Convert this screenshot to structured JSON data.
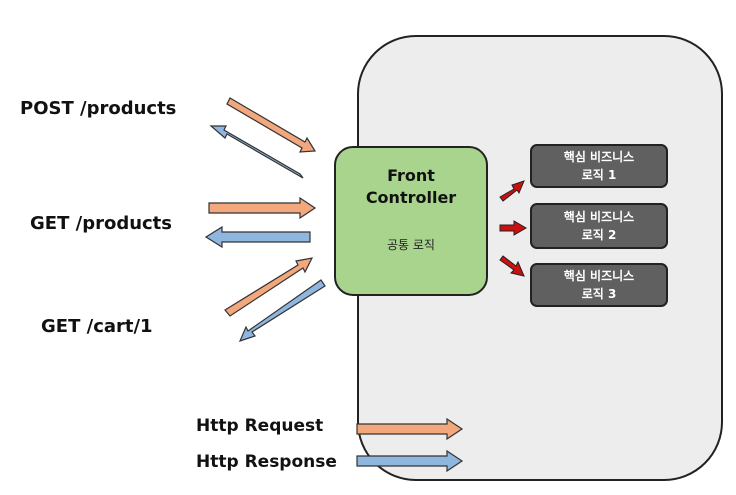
{
  "requests": [
    {
      "label": "POST /products"
    },
    {
      "label": "GET /products"
    },
    {
      "label": "GET /cart/1"
    }
  ],
  "front_controller": {
    "title_line1": "Front",
    "title_line2": "Controller",
    "subtitle": "공통 로직"
  },
  "business_logic": [
    {
      "line1": "핵심 비즈니스",
      "line2": "로직 1"
    },
    {
      "line1": "핵심 비즈니스",
      "line2": "로직 2"
    },
    {
      "line1": "핵심 비즈니스",
      "line2": "로직 3"
    }
  ],
  "legend": {
    "request_label": "Http Request",
    "response_label": "Http Response"
  },
  "colors": {
    "request_arrow": "#f2a77c",
    "response_arrow": "#8fb6de",
    "controller_fill": "#a8d48e",
    "business_fill": "#606060",
    "business_arrow": "#cc1010",
    "container_fill": "#ededed"
  }
}
